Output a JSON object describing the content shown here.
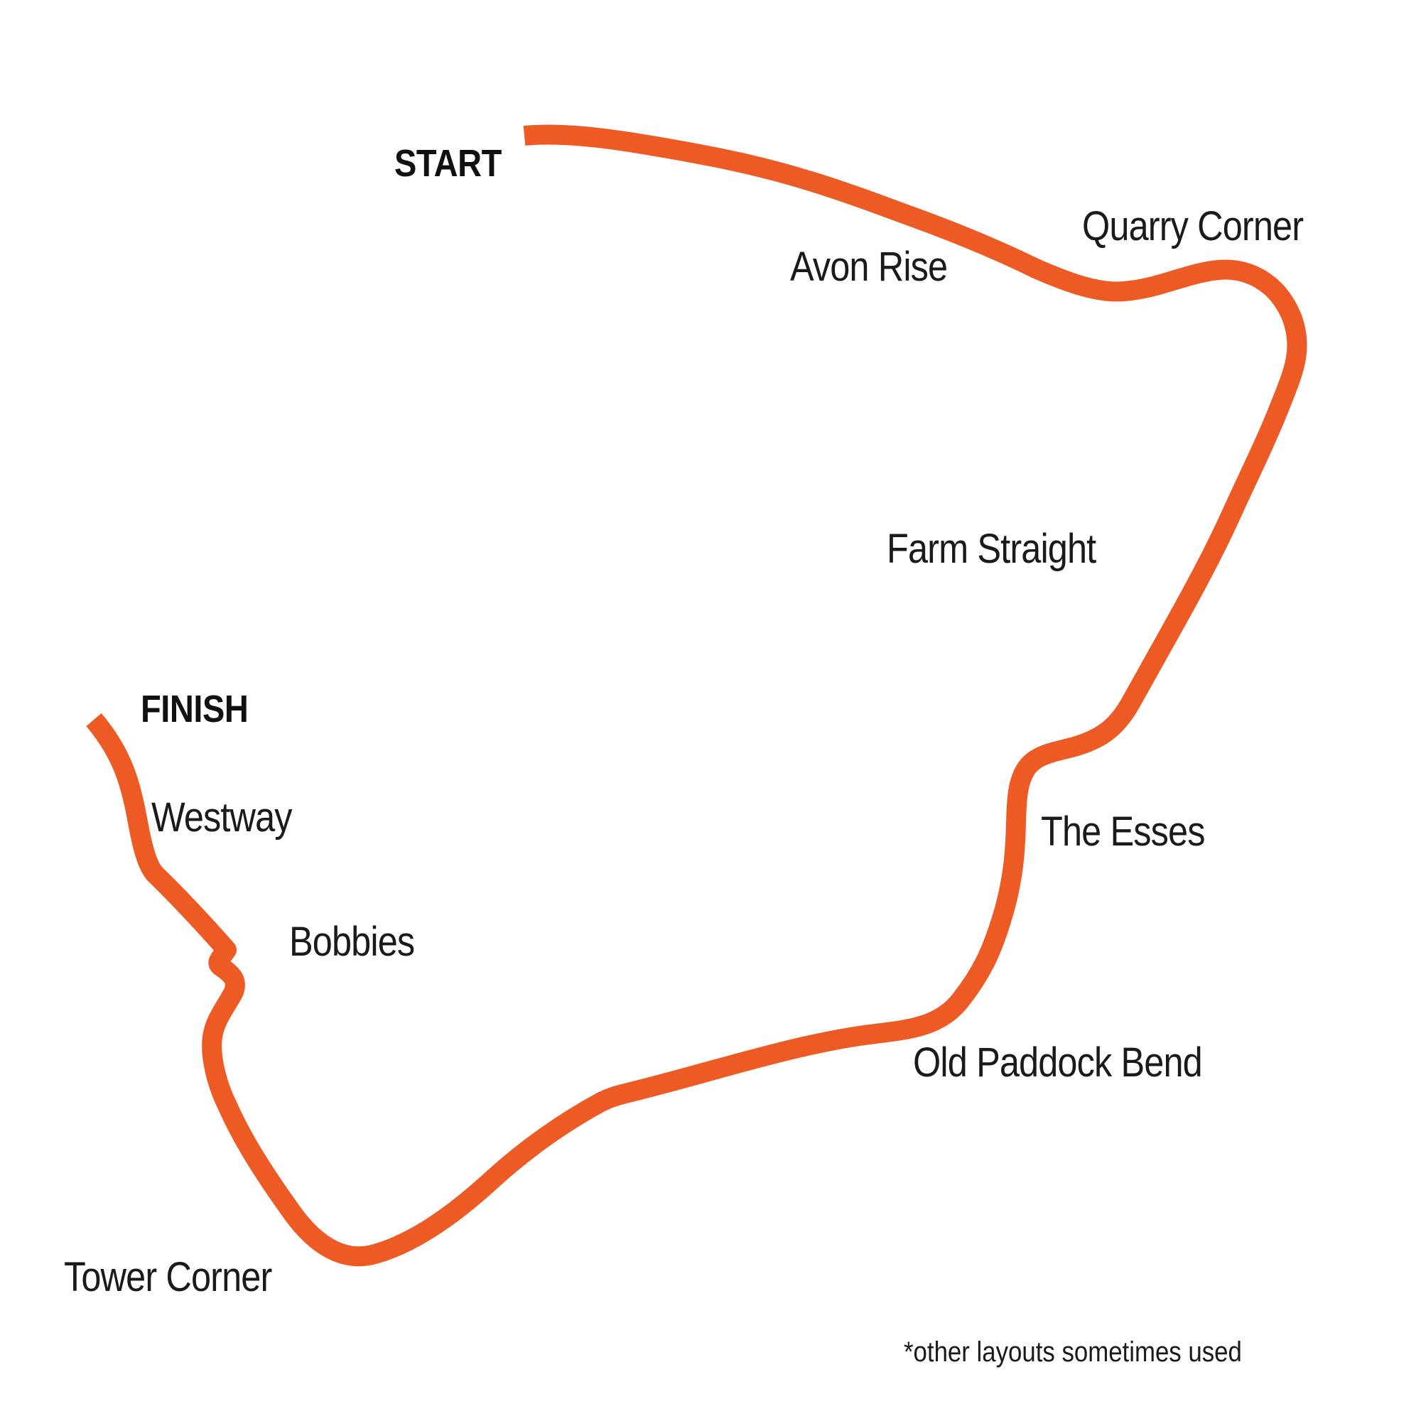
{
  "track_map": {
    "start_label": "START",
    "finish_label": "FINISH",
    "corners": [
      {
        "label": "Avon Rise"
      },
      {
        "label": "Quarry Corner"
      },
      {
        "label": "Farm Straight"
      },
      {
        "label": "The Esses"
      },
      {
        "label": "Old Paddock Bend"
      },
      {
        "label": "Bobbies"
      },
      {
        "label": "Westway"
      },
      {
        "label": "Tower Corner"
      }
    ],
    "footnote": "*other layouts sometimes used",
    "track_color": "#ee5a24",
    "label_color": "#1a1a1a",
    "background": "#ffffff"
  }
}
